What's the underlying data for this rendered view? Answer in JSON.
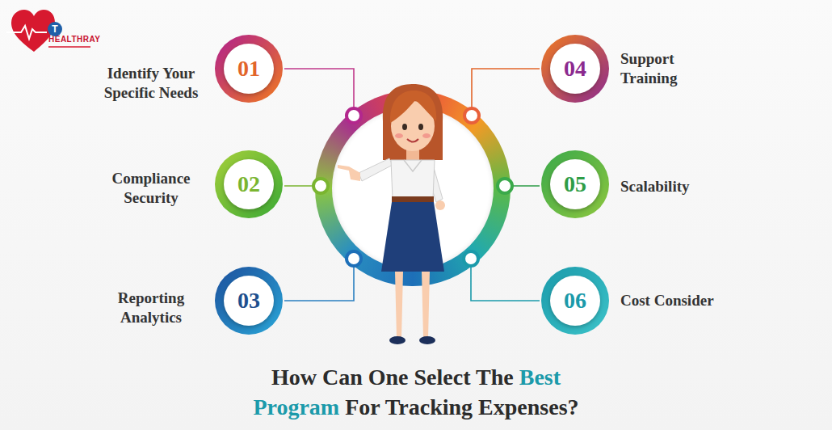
{
  "diagram": {
    "title": "How Can One Select The Best Program For Tracking Expenses?",
    "nodes": [
      {
        "text": [
          "01",
          "Identify Your Specific Needs"
        ]
      },
      {
        "text": [
          "02",
          "Compliance Security"
        ]
      },
      {
        "text": [
          "03",
          "Reporting Analytics"
        ]
      },
      {
        "text": [
          "04",
          "Support Training"
        ]
      },
      {
        "text": [
          "05",
          "Scalability"
        ]
      },
      {
        "text": [
          "06",
          "Cost Consider"
        ]
      }
    ],
    "labels": [
      "HEALTHRAY",
      "T"
    ]
  }
}
